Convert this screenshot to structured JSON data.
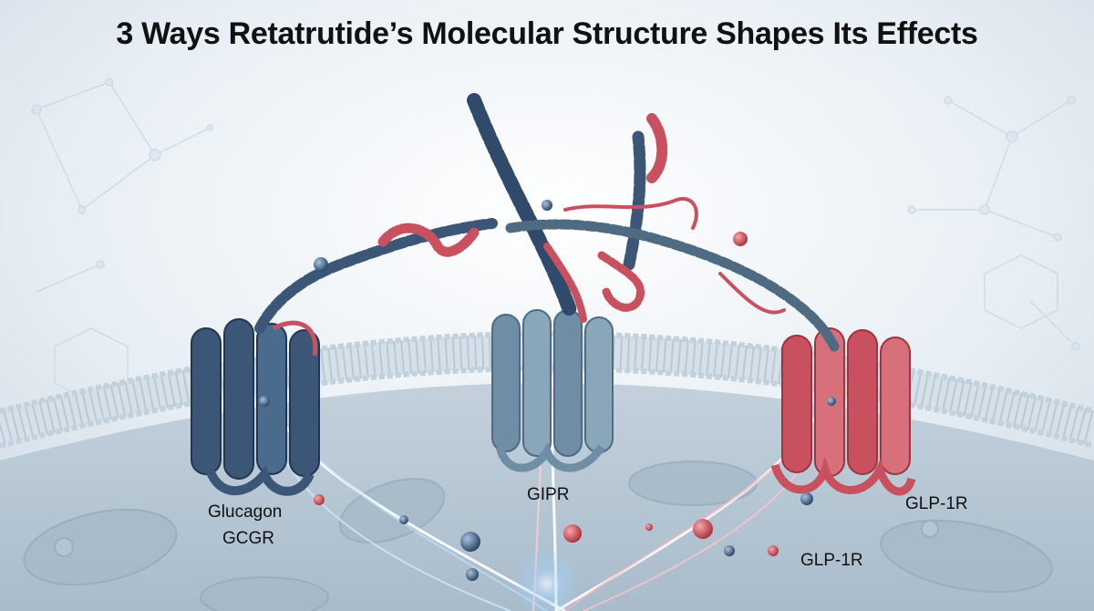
{
  "title": "3 Ways Retatrutide’s Molecular Structure Shapes Its Effects",
  "labels": {
    "glucagon": "Glucagon",
    "gcgr": "GCGR",
    "gipr": "GIPR",
    "glp1r_right": "GLP-1R",
    "glp1r_bottom": "GLP-1R"
  },
  "colors": {
    "navy": "#3b5676",
    "slate": "#6f8ea6",
    "red": "#c9515f",
    "membrane": "#c7d4df",
    "cell": "#b9c8d4"
  }
}
